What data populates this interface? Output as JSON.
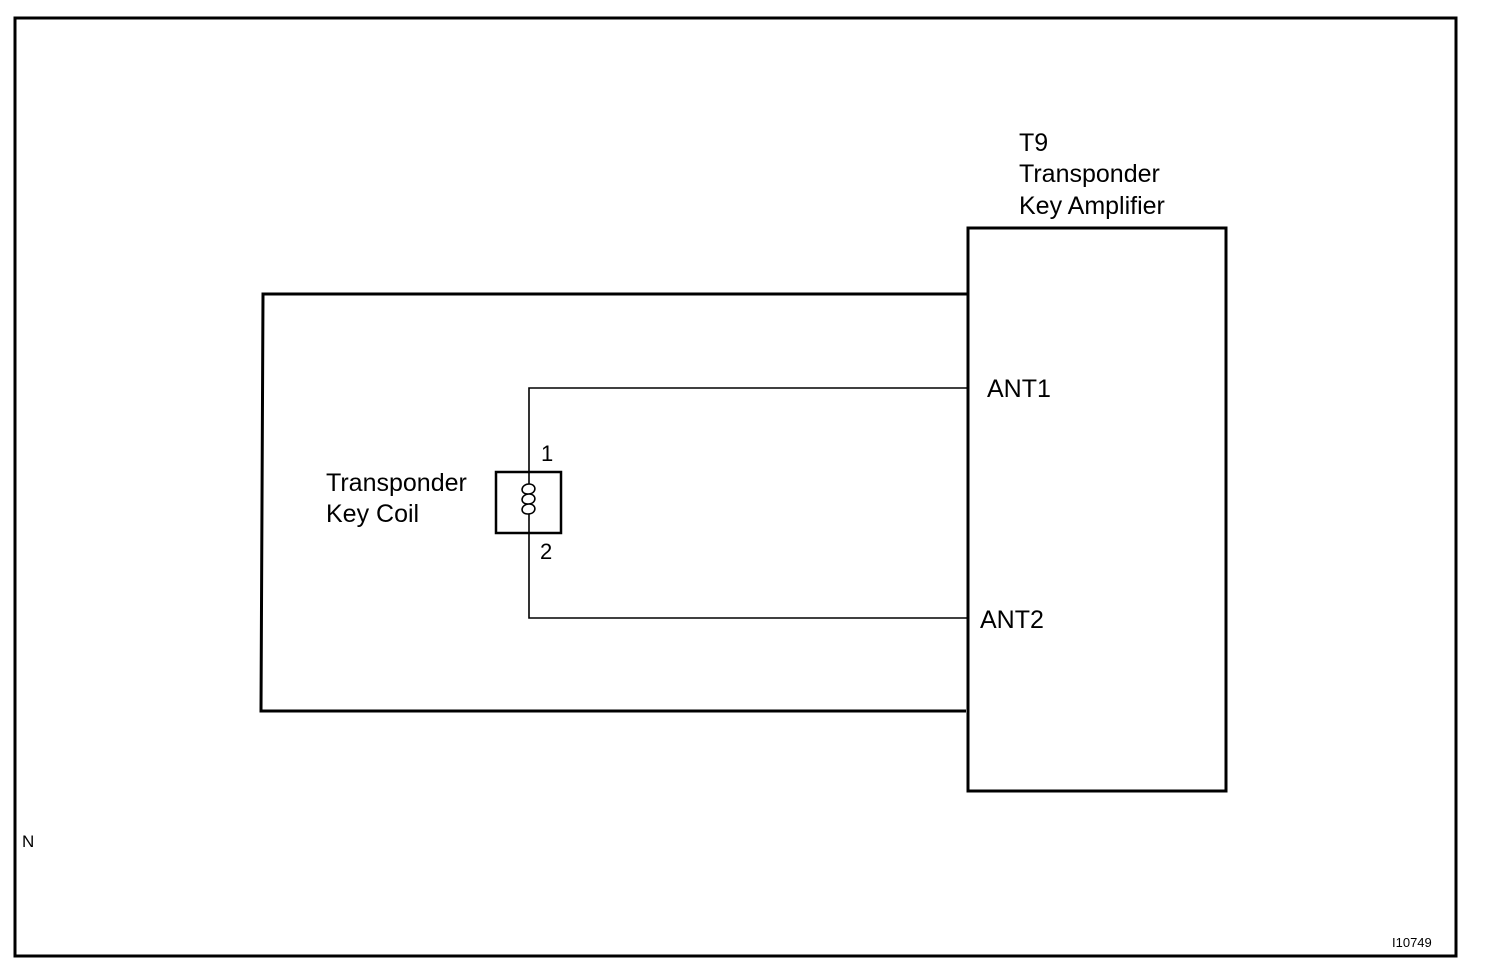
{
  "amplifier": {
    "code": "T9",
    "name_line1": "Transponder",
    "name_line2": "Key Amplifier",
    "terminal_1": "ANT1",
    "terminal_2": "ANT2"
  },
  "coil": {
    "name_line1": "Transponder",
    "name_line2": "Key Coil",
    "pin_1": "1",
    "pin_2": "2"
  },
  "corner_mark": "N",
  "figure_id": "I10749",
  "colors": {
    "line": "#000000",
    "background": "#ffffff"
  }
}
